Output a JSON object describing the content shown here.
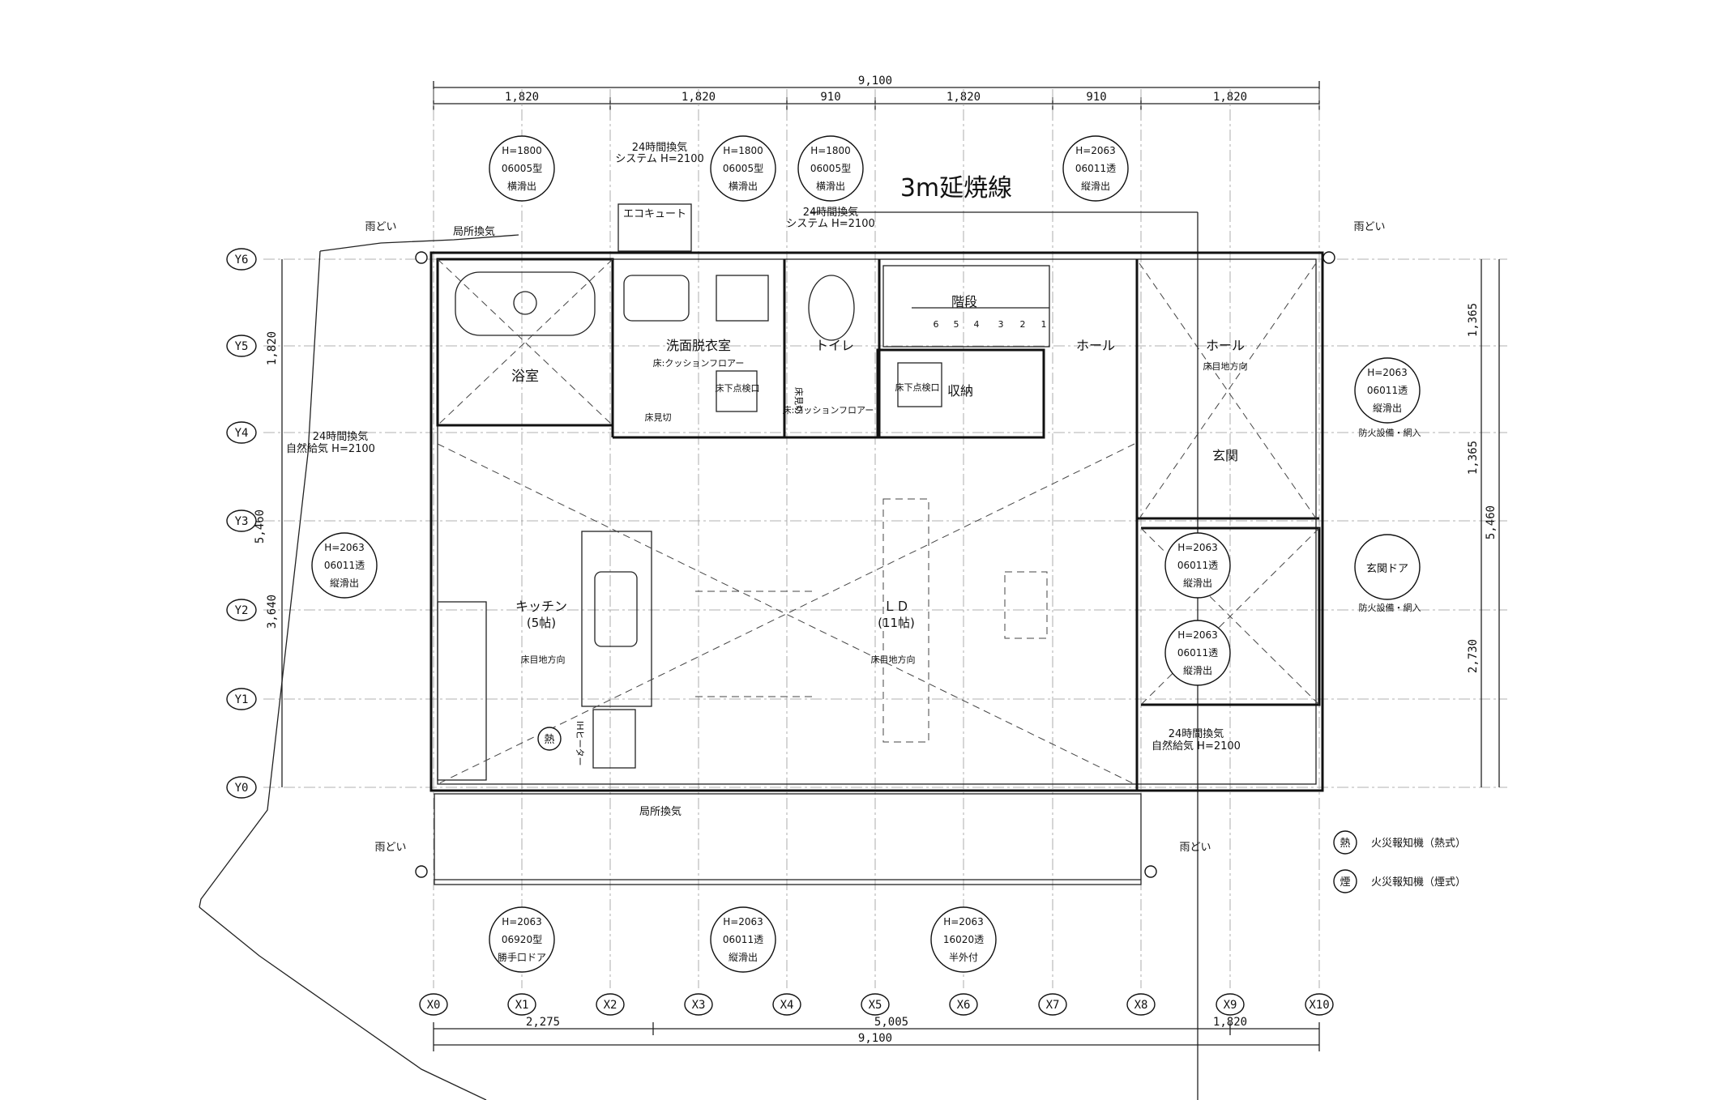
{
  "title": "3m延焼線",
  "dims": {
    "top_total": "9,100",
    "top_segments": [
      "1,820",
      "1,820",
      "910",
      "1,820",
      "910",
      "1,820"
    ],
    "bottom_segments": [
      "2,275",
      "5,005",
      "1,820"
    ],
    "bottom_total": "9,100",
    "left_upper": "1,820",
    "left_total": "5,460",
    "left_lower": "3,640",
    "right_upper": "1,365",
    "right_mid": "1,365",
    "right_total": "5,460",
    "right_lower": "2,730"
  },
  "axes_x": [
    "X0",
    "X1",
    "X2",
    "X3",
    "X4",
    "X5",
    "X6",
    "X7",
    "X8",
    "X9",
    "X10"
  ],
  "axes_y": [
    "Y6",
    "Y5",
    "Y4",
    "Y3",
    "Y2",
    "Y1",
    "Y0"
  ],
  "windows": [
    {
      "l1": "H=1800",
      "l2": "06005型",
      "l3": "横滑出"
    },
    {
      "l1": "H=1800",
      "l2": "06005型",
      "l3": "横滑出"
    },
    {
      "l1": "H=1800",
      "l2": "06005型",
      "l3": "横滑出"
    },
    {
      "l1": "H=2063",
      "l2": "06011透",
      "l3": "縦滑出"
    },
    {
      "l1": "H=2063",
      "l2": "06011透",
      "l3": "縦滑出"
    },
    {
      "l1": "H=2063",
      "l2": "06011透",
      "l3": "縦滑出"
    },
    {
      "l1": "H=2063",
      "l2": "06011透",
      "l3": "縦滑出"
    },
    {
      "l1": "H=2063",
      "l2": "06011透",
      "l3": "縦滑出"
    },
    {
      "l1": "H=2063",
      "l2": "06920型",
      "l3": "勝手口ドア"
    },
    {
      "l1": "H=2063",
      "l2": "06011透",
      "l3": "縦滑出"
    },
    {
      "l1": "H=2063",
      "l2": "16020透",
      "l3": "半外付"
    }
  ],
  "entrance_door": "玄関ドア",
  "rooms": {
    "bath": "浴室",
    "washroom": "洗面脱衣室",
    "toilet": "トイレ",
    "stairs": "階段",
    "storage": "収納",
    "hall1": "ホール",
    "hall2": "ホール",
    "genkan": "玄関",
    "kitchen": "キッチン",
    "kitchen_size": "(5帖)",
    "ld": "ＬＤ",
    "ld_size": "(11帖)"
  },
  "notes": {
    "vent_system_1": "24時間換気",
    "vent_system_1b": "システム H=2100",
    "vent_system_2": "24時間換気",
    "vent_system_2b": "システム H=2100",
    "ecocute": "エコキュート",
    "local_vent_top": "局所換気",
    "local_vent_bottom": "局所換気",
    "natural_left_1": "24時間換気",
    "natural_left_2": "自然給気 H=2100",
    "natural_right_1": "24時間換気",
    "natural_right_2": "自然給気 H=2100",
    "gutter_tl": "雨どい",
    "gutter_tr": "雨どい",
    "gutter_bl": "雨どい",
    "gutter_br": "雨どい",
    "floor_cushion_1": "床:クッションフロアー",
    "floor_cushion_2": "床:クッションフロアー",
    "underfloor_1": "床下点検口",
    "underfloor_2": "床下点検口",
    "floor_cut_1": "床見切",
    "floor_cut_2": "床見切",
    "grain_1": "床目地方向",
    "grain_2": "床目地方向",
    "grain_3": "床目地方向",
    "fire_net_1": "防火設備・網入",
    "fire_net_2": "防火設備・網入",
    "ih": "IHヒーター",
    "heat_symbol": "熱",
    "stair_steps": [
      "6",
      "5",
      "4",
      "3",
      "2",
      "1"
    ]
  },
  "legend": [
    {
      "symbol": "熱",
      "label": "火災報知機（熱式）"
    },
    {
      "symbol": "煙",
      "label": "火災報知機（煙式）"
    }
  ]
}
